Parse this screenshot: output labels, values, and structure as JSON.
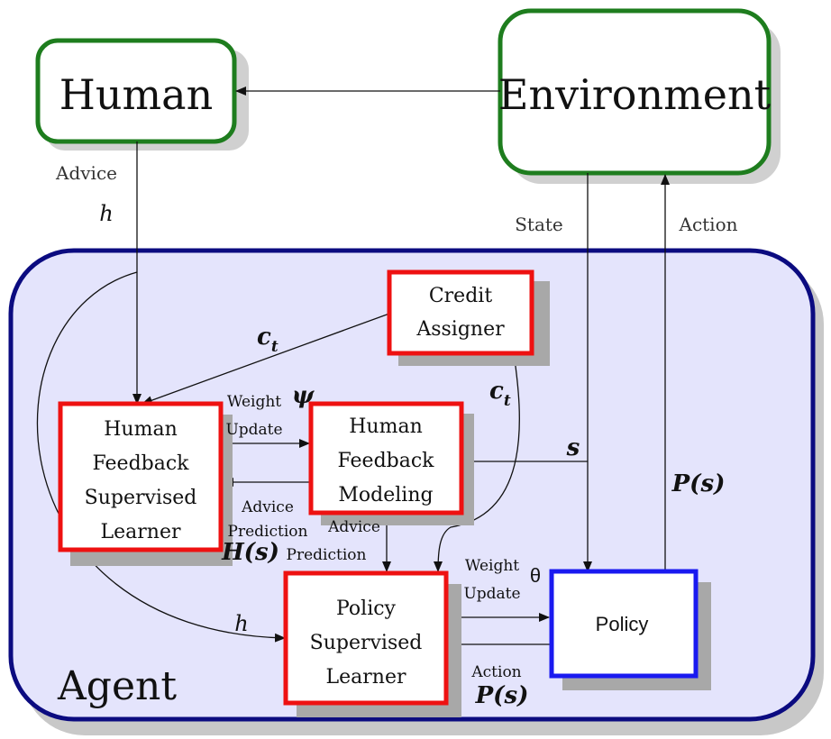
{
  "nodes": {
    "human": "Human",
    "environment": "Environment",
    "credit_assigner": [
      "Credit",
      "Assigner"
    ],
    "hf_supervised_learner": [
      "Human",
      "Feedback",
      "Supervised",
      "Learner"
    ],
    "hf_modeling": [
      "Human",
      "Feedback",
      "Modeling"
    ],
    "policy_supervised_learner": [
      "Policy",
      "Supervised",
      "Learner"
    ],
    "policy": "Policy",
    "agent": "Agent"
  },
  "edges": {
    "advice": "Advice",
    "h": "h",
    "state": "State",
    "action_top": "Action",
    "c_t_left": "c",
    "c_t_left_sub": "t",
    "c_t_right": "c",
    "c_t_right_sub": "t",
    "weight_update_1": [
      "Weight",
      "Update"
    ],
    "psi": "ψ",
    "s": "s",
    "p_s_right": "P(s)",
    "advice_prediction_left": [
      "Advice",
      "Prediction"
    ],
    "h_s": "H(s)",
    "advice_prediction_mid": [
      "Advice",
      "Prediction"
    ],
    "weight_update_2": [
      "Weight",
      "Update"
    ],
    "theta": "θ",
    "h_lower": "h",
    "action_bottom": "Action",
    "p_s_bottom": "P(s)"
  },
  "colors": {
    "green": "#1e7d1e",
    "navy": "#0b0b80",
    "agent_fill": "#e4e4fc",
    "red": "#ee1111",
    "blue": "#1a1af0"
  }
}
